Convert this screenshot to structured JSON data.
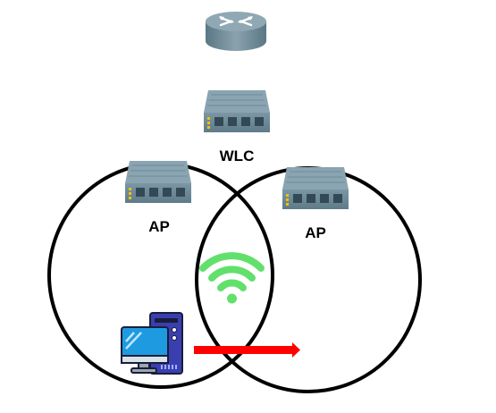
{
  "labels": {
    "wlc": "WLC",
    "ap_left": "AP",
    "ap_right": "AP"
  },
  "icons": {
    "router": "router-icon",
    "controller": "switch-icon",
    "access_point": "switch-icon",
    "wifi": "wifi-icon",
    "client": "desktop-computer-icon",
    "roam_arrow": "arrow-right-icon"
  },
  "colors": {
    "device_body": "#6e8a98",
    "device_top": "#8aa4b1",
    "coverage_circle": "#000000",
    "wifi": "#5fe06a",
    "arrow": "#ff0000",
    "monitor": "#1e9be0",
    "tower": "#3a3fb0"
  }
}
